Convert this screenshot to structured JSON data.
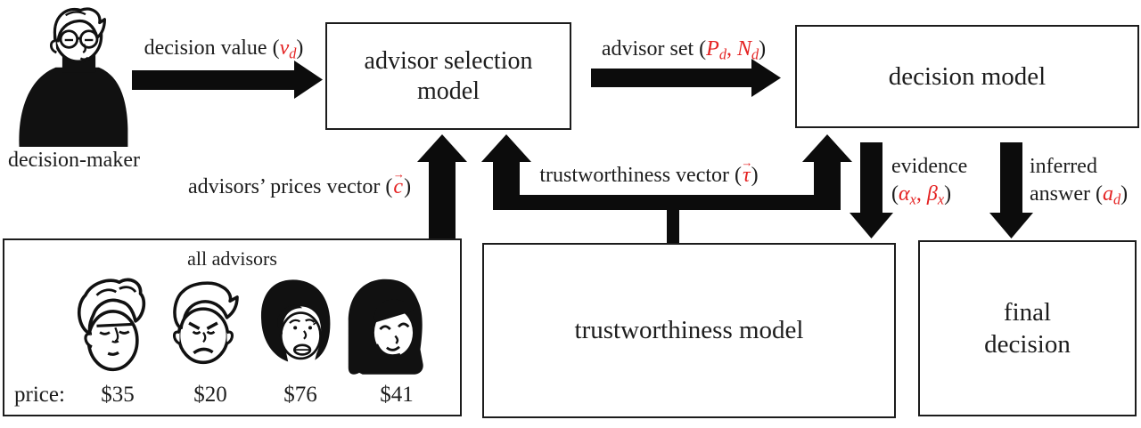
{
  "colors": {
    "ink": "#111111",
    "accent": "#e42222",
    "background": "#ffffff"
  },
  "person": {
    "label": "decision-maker"
  },
  "boxes": {
    "advisor_selection": {
      "line1": "advisor selection",
      "line2": "model"
    },
    "decision_model": {
      "label": "decision model"
    },
    "trustworthiness_model": {
      "label": "trustworthiness model"
    },
    "final_decision": {
      "line1": "final",
      "line2": "decision"
    },
    "all_advisors": {
      "title": "all advisors",
      "price_label": "price:",
      "advisors": [
        {
          "name": "young man, neutral face",
          "price": "$35"
        },
        {
          "name": "man, angry face",
          "price": "$20"
        },
        {
          "name": "woman, short bob haircut",
          "price": "$76"
        },
        {
          "name": "woman, long dark hair",
          "price": "$41"
        }
      ]
    }
  },
  "arrow_labels": {
    "decision_value": {
      "prefix": "decision value (",
      "var": "v",
      "sub": "d",
      "suffix": ")"
    },
    "advisor_set": {
      "prefix": "advisor set (",
      "var1": "P",
      "sub1": "d",
      "comma": ", ",
      "var2": "N",
      "sub2": "d",
      "suffix": ")"
    },
    "prices_vector": {
      "prefix": "advisors’ prices vector (",
      "var": "c",
      "vec_mark": "→",
      "suffix": ")"
    },
    "trust_vector": {
      "prefix": "trustworthiness vector (",
      "var": "τ",
      "vec_mark": "→",
      "suffix": ")"
    },
    "evidence": {
      "line1": "evidence",
      "open": "(",
      "var1": "α",
      "sub1": "x",
      "comma": ", ",
      "var2": "β",
      "sub2": "x",
      "close": ")"
    },
    "inferred": {
      "line1": "inferred",
      "prefix": "answer (",
      "var": "a",
      "sub": "d",
      "suffix": ")"
    }
  }
}
